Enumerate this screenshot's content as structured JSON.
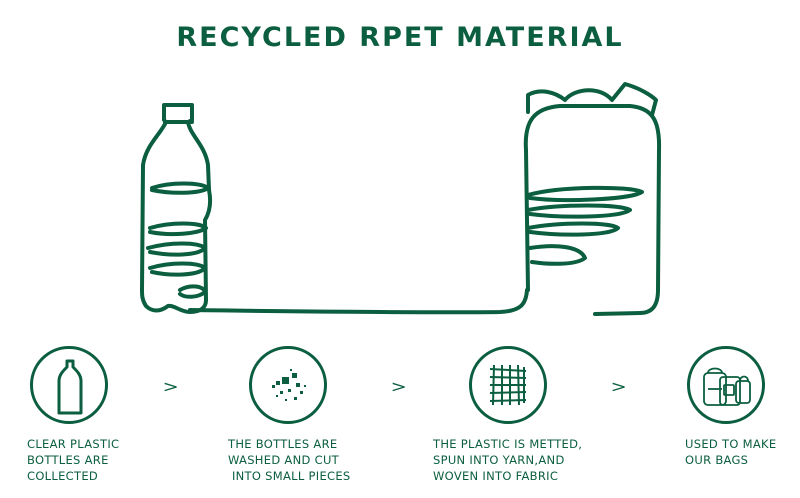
{
  "title": "RECYCLED RPET MATERIAL",
  "accent_color": "#0b5e3f",
  "steps": [
    {
      "icon": "bottle-icon",
      "caption": "CLEAR PLASTIC\nBOTTLES ARE\nCOLLECTED"
    },
    {
      "icon": "shredded-pieces-icon",
      "caption": "THE BOTTLES ARE\nWASHED AND CUT\n INTO SMALL PIECES"
    },
    {
      "icon": "woven-fabric-icon",
      "caption": "THE PLASTIC IS METTED,\nSPUN INTO YARN,AND\nWOVEN INTO FABRIC"
    },
    {
      "icon": "bags-icon",
      "caption": "USED TO MAKE\nOUR BAGS"
    }
  ],
  "separators": [
    ">",
    ">",
    ">"
  ]
}
